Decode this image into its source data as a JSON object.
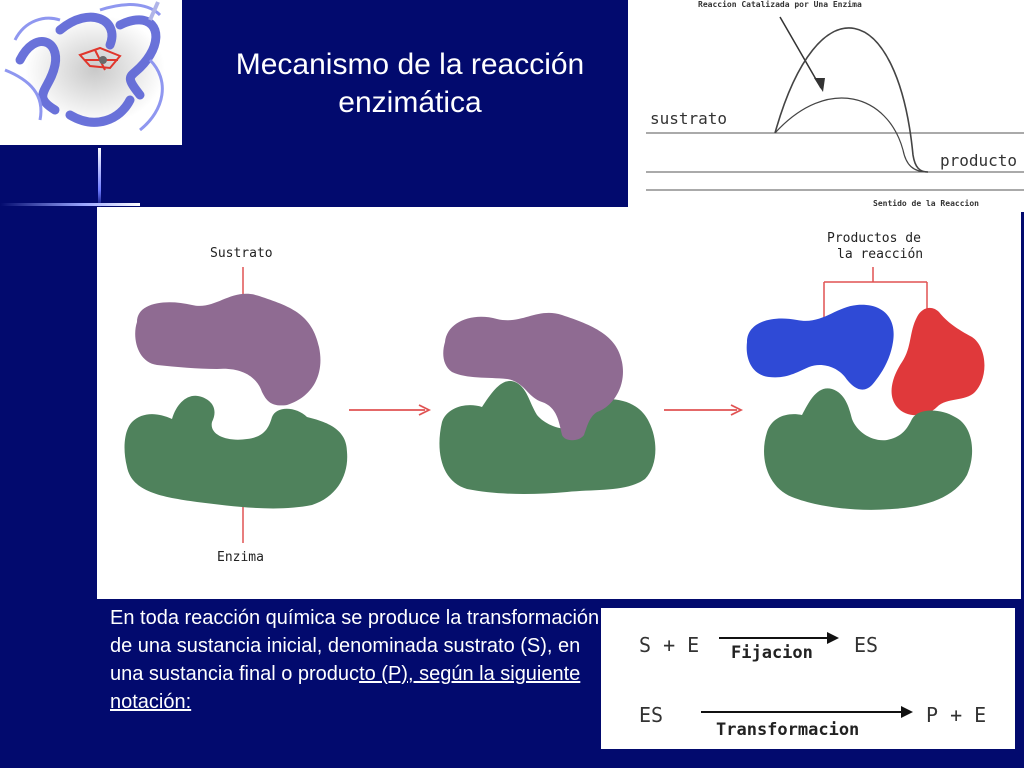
{
  "slide": {
    "title_line1": "Mecanismo de la reacción",
    "title_line2": "enzimática"
  },
  "energy_diagram": {
    "top_label": "Reaccion Catalizada por Una Enzima",
    "substrate_label": "sustrato",
    "product_label": "producto",
    "axis_label": "Sentido de la Reaccion"
  },
  "mechanism": {
    "substrate_label": "Sustrato",
    "enzyme_label": "Enzima",
    "products_label_line1": "Productos de",
    "products_label_line2": "la reacción",
    "colors": {
      "substrate": "#8f6b92",
      "enzyme": "#4f825c",
      "product_a": "#2f4ad6",
      "product_b": "#e0393b",
      "arrow": "#e05252"
    }
  },
  "body": {
    "text_plain": "En toda reacción química se produce la transformación de una sustancia inicial, denominada sustrato (S), en una sustancia final o produc",
    "text_underlined": "to (P), según la siguiente notación:"
  },
  "equations": {
    "row1_left": "S + E",
    "row1_arrow": "Fijacion",
    "row1_right": "ES",
    "row2_left": "ES",
    "row2_arrow": "Transformacion",
    "row2_right": "P + E"
  }
}
